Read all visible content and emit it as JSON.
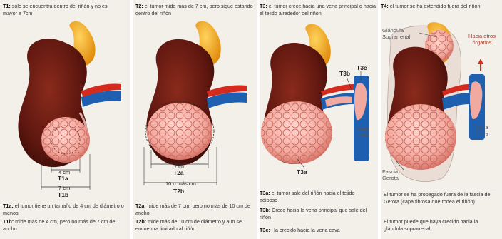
{
  "t1": {
    "stage": "T1:",
    "heading": "sólo se encuentra dentro del riñón y no es mayor a 7cm",
    "dim_inner": "4 cm",
    "dim_inner_stage": "T1a",
    "dim_outer": "7 cm",
    "dim_outer_stage": "T1b",
    "a_stage": "T1a:",
    "a_text": "el tumor tiene un tamaño de 4 cm de diámetro o menos",
    "b_stage": "T1b:",
    "b_text": "mide más de 4 cm, pero no más de 7 cm de ancho"
  },
  "t2": {
    "stage": "T2:",
    "heading": "el tumor mide más de 7 cm, pero sigue estando dentro del riñón",
    "dim_inner": "7 cm",
    "dim_inner_stage": "T2a",
    "dim_outer": "10 o más cm",
    "dim_outer_stage": "T2b",
    "a_stage": "T2a:",
    "a_text": "mide más de 7 cm, pero no más de 10 cm de ancho",
    "b_stage": "T2b:",
    "b_text": "mide más de 10 cm de diámetro y aun se encuentra limitado al riñón"
  },
  "t3": {
    "stage": "T3:",
    "heading": "el tumor crece hacia una vena principal o hacia el tejido alrededor del riñón",
    "label_3c": "T3c",
    "label_3b": "T3b",
    "label_3a": "T3a",
    "vena_cava": "Vena Cava",
    "a_stage": "T3a:",
    "a_text": "el tumor sale del riñón hacia el tejido adiposo",
    "b_stage": "T3b:",
    "b_text": "Crece hacia la vena principal que sale del riñón",
    "c_stage": "T3c:",
    "c_text": "Ha crecido hacia la vena cava"
  },
  "t4": {
    "stage": "T4:",
    "heading": "el tumor se ha extendido fuera del riñón",
    "glandula": "Glándula Suprarrenal",
    "hacia": "Hacia otros órganos",
    "vena_cava": "Vena Cava",
    "fascia": "Fascia Gerota",
    "text1": "El tumor se ha propagado fuera de la fascia de Gerota (capa fibrosa que rodea el riñón)",
    "text2": "El tumor puede que haya crecido hacia la glándula suprarrenal."
  },
  "colors": {
    "kidney": "#6e1e14",
    "tumor": "#f2a99f",
    "adrenal": "#f0a81c",
    "artery": "#d52b1e",
    "vein": "#1f5fb0"
  }
}
